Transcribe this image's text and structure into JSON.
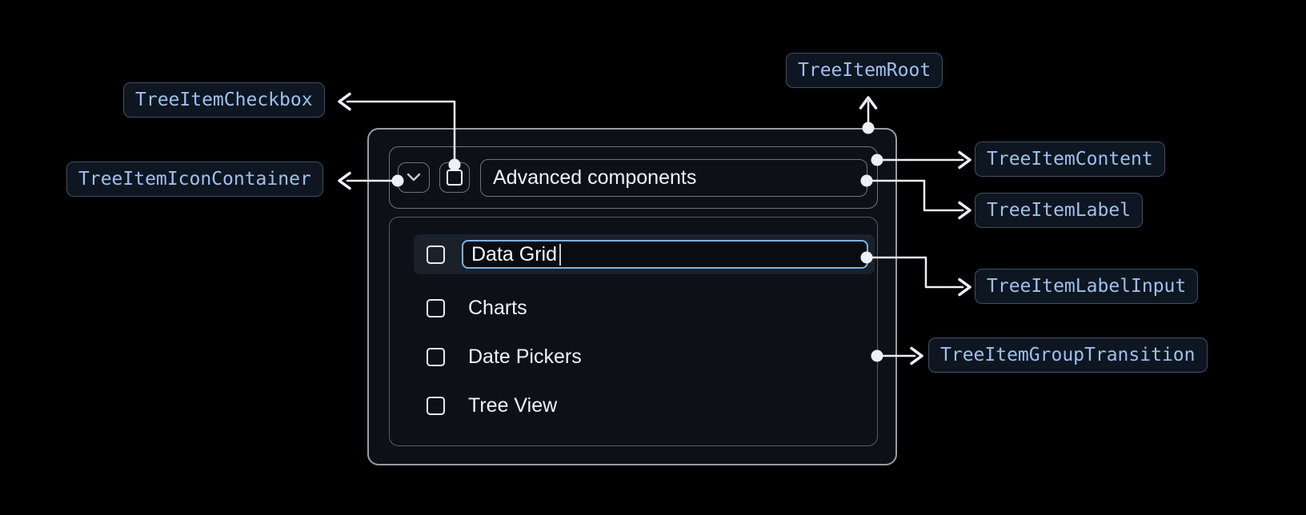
{
  "badges": {
    "checkbox": "TreeItemCheckbox",
    "icon_container": "TreeItemIconContainer",
    "root": "TreeItemRoot",
    "content": "TreeItemContent",
    "label": "TreeItemLabel",
    "label_input": "TreeItemLabelInput",
    "group_transition": "TreeItemGroupTransition"
  },
  "tree_demo": {
    "parent": {
      "label": "Advanced components",
      "expanded": true,
      "checked": false
    },
    "children": [
      {
        "label": "Data Grid",
        "editing": true,
        "checked": false
      },
      {
        "label": "Charts",
        "editing": false,
        "checked": false
      },
      {
        "label": "Date Pickers",
        "editing": false,
        "checked": false
      },
      {
        "label": "Tree View",
        "editing": false,
        "checked": false
      }
    ]
  },
  "icons": {
    "expand_icon": "chevron-down-icon"
  },
  "colors": {
    "page_background": "#000000",
    "panel_background": "#0d1117",
    "panel_border": "#959da6",
    "inner_border": "#6e757d",
    "group_border": "#565d64",
    "row_highlight": "#1a212b",
    "input_focus_border": "#7fb2e5",
    "badge_text": "#9dc1ee",
    "badge_border": "#3f4f68",
    "badge_background": "#0e1621",
    "connector": "#edf1f7",
    "item_text": "#f0f2f5"
  }
}
